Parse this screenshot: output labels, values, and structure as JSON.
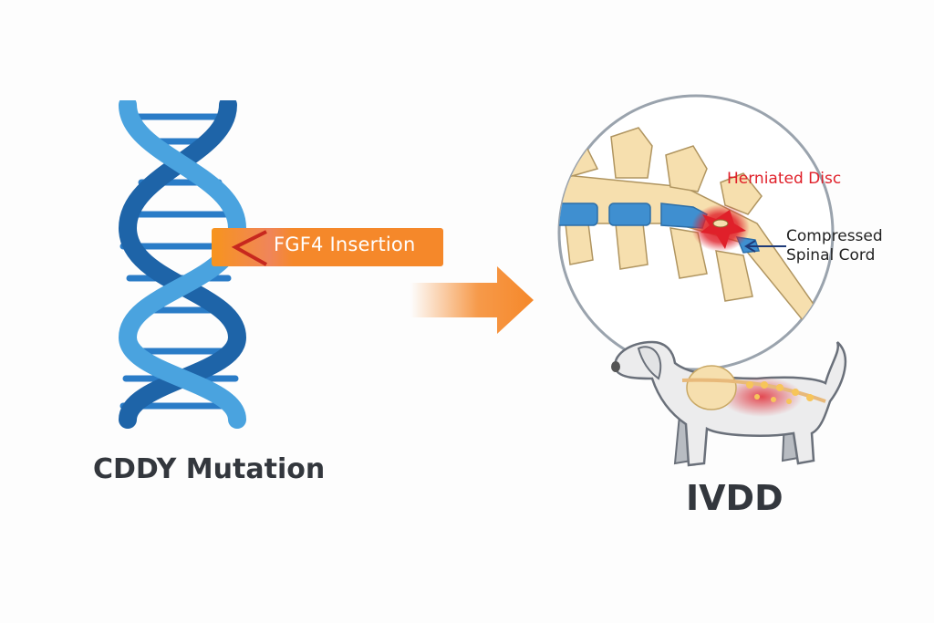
{
  "left_panel": {
    "caption": "CDDY Mutation",
    "insertion_label": "FGF4 Insertion",
    "icon": "dna-double-helix-icon"
  },
  "flow": {
    "icon": "right-arrow-icon"
  },
  "right_panel": {
    "caption": "IVDD",
    "zoom_labels": {
      "herniated": "Herniated Disc",
      "compressed_line1": "Compressed",
      "compressed_line2": "Spinal Cord"
    },
    "icons": [
      "spine-vertebrae-icon",
      "dog-icon"
    ]
  },
  "colors": {
    "dna_light": "#4aa3df",
    "dna_dark": "#1e64a8",
    "orange": "#f5882a",
    "herniation_red": "#e0202a",
    "bone": "#f6dfae",
    "disc_blue": "#3f8fd0",
    "text_dark": "#33373d"
  }
}
